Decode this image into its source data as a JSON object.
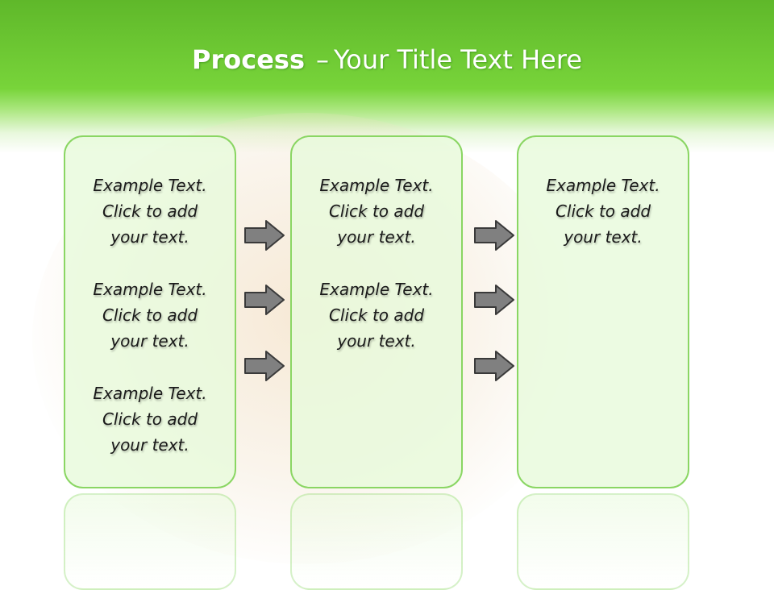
{
  "slide": {
    "title_bold": "Process",
    "title_sep": "–",
    "title_rest": "Your Title Text Here"
  },
  "columns": [
    {
      "items": [
        "Example Text.\nClick  to add\nyour text.",
        "Example Text.\nClick  to add\nyour text.",
        "Example Text.\nClick  to add\nyour text."
      ]
    },
    {
      "items": [
        "Example Text.\nClick  to add\nyour text.",
        "Example Text.\nClick  to add\nyour text."
      ]
    },
    {
      "items": [
        "Example Text.\nClick  to add\nyour text."
      ]
    }
  ],
  "colors": {
    "header_green": "#78d43a",
    "box_border": "#8ad663",
    "arrow_fill": "#808080"
  },
  "icons": {
    "connector": "right-arrow-icon"
  }
}
